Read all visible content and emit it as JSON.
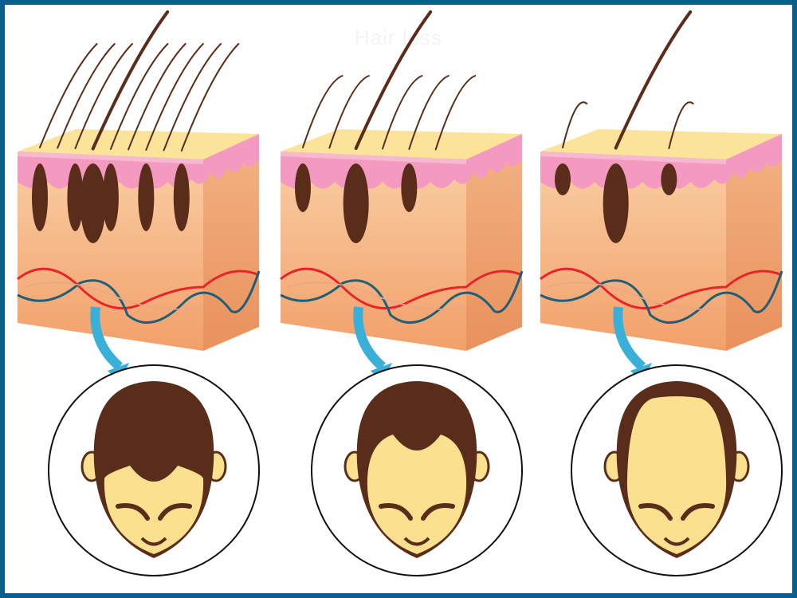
{
  "title": "Hair loss",
  "colors": {
    "border": "#0b5d8c",
    "skin_top": "#fbe39a",
    "dermis": "#f49ac0",
    "tissue_light": "#f9cfa4",
    "tissue_dark": "#e9915c",
    "hair": "#5a2c1a",
    "face": "#fbe08f",
    "arrow": "#3ab0d8",
    "artery": "#e8242a",
    "vein": "#1f5f78"
  },
  "stages": [
    {
      "name": "stage-1",
      "hair_density": 1.0,
      "bald_fraction": 0.2
    },
    {
      "name": "stage-2",
      "hair_density": 0.6,
      "bald_fraction": 0.5
    },
    {
      "name": "stage-3",
      "hair_density": 0.25,
      "bald_fraction": 0.85
    }
  ]
}
